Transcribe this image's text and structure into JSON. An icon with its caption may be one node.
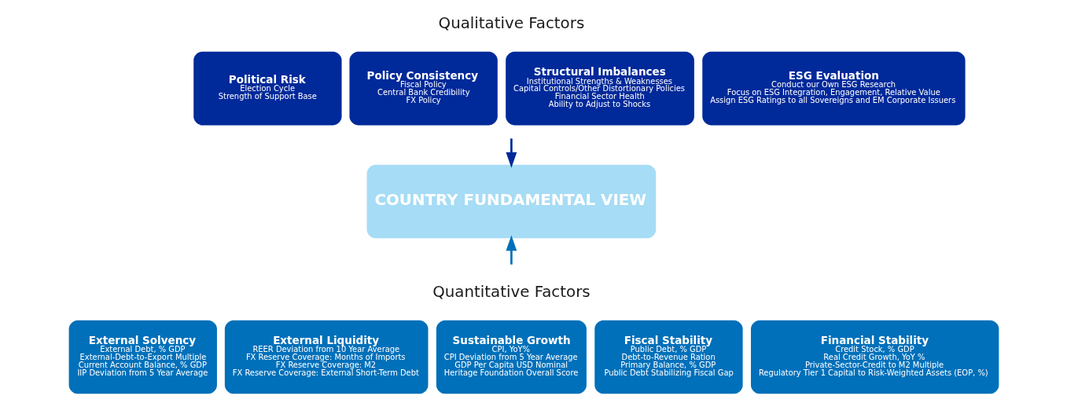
{
  "diagram": {
    "nodes": [
      {
        "text": [
          "Political Risk",
          "Election Cycle",
          "Strength of Support Base"
        ]
      },
      {
        "text": [
          "Policy Consistency",
          "Fiscal Policy",
          "Central Bank Credibility",
          "FX Policy"
        ]
      },
      {
        "text": [
          "Structural Imbalances",
          "Institutional Strengths & Weaknesses",
          "Capital Controls/Other Distortionary Policies",
          "Financial Sector Health",
          "Ability to Adjust to Shocks"
        ]
      },
      {
        "text": [
          "ESG Evaluation",
          "Conduct our Own ESG Research",
          "Focus on ESG Integration, Engagement, Relative Value",
          "Assign ESG Ratings to all Sovereigns and EM Corporate Issuers"
        ]
      },
      {
        "text": [
          "COUNTRY FUNDAMENTAL VIEW"
        ]
      },
      {
        "text": [
          "External Solvency",
          "External Debt, % GDP",
          "External-Debt-to-Export Multiple",
          "Current Account Balance, % GDP",
          "IIP Deviation from 5 Year Average"
        ]
      },
      {
        "text": [
          "External Liquidity",
          "REER Deviation from 10 Year Average",
          "FX Reserve Coverage: Months of Imports",
          "FX Reserve Coverage: M2",
          "FX Reserve Coverage: External Short-Term Debt"
        ]
      },
      {
        "text": [
          "Sustainable Growth",
          "CPI, YoY%",
          "CPI Deviation from 5 Year Average",
          "GDP Per Capita USD Nominal",
          "Heritage Foundation Overall Score"
        ]
      },
      {
        "text": [
          "Fiscal Stability",
          "Public Debt, % GDP",
          "Debt-to-Revenue Ration",
          "Primary Balance, % GDP",
          "Public Debt Stabilizing Fiscal Gap"
        ]
      },
      {
        "text": [
          "Financial Stability",
          "Credit Stock, % GDP",
          "Real Credit Growth, YoY %",
          "Private-Sector-Credit to M2 Multiple",
          "Regulatory Tier 1 Capital to Risk-Weighted Assets (EOP, %)"
        ]
      }
    ],
    "edges": [
      {
        "from": null,
        "to": 4,
        "arrow": "to",
        "color": "#00299a"
      },
      {
        "from": null,
        "to": 4,
        "arrow": "to",
        "color": "#0070ba"
      }
    ],
    "labels": [
      "Qualitative Factors",
      "Quantitative Factors"
    ]
  }
}
